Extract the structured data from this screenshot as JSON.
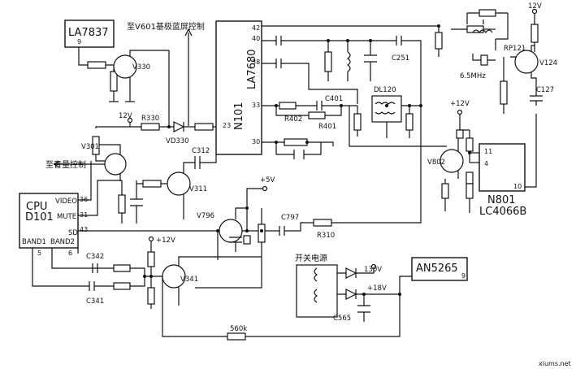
{
  "ics": {
    "la7837": {
      "name": "LA7837",
      "pin": "9"
    },
    "n101": {
      "ref": "N101",
      "part": "LA7680",
      "pins": {
        "p42": "42",
        "p40": "40",
        "p38": "38",
        "p33": "33",
        "p30": "30",
        "p23": "23"
      }
    },
    "cpu": {
      "ref": "CPU",
      "part": "D101",
      "video": "VIDEO",
      "mute": "MUTE",
      "sd": "SD",
      "band1": "BAND1",
      "band2": "BAND2",
      "pins": {
        "p36": "36",
        "p31": "31",
        "p43": "43",
        "p5": "5",
        "p6": "6"
      }
    },
    "n801": {
      "ref": "N801",
      "part": "LC4066B",
      "pins": {
        "p11": "11",
        "p4": "4",
        "p10": "10"
      }
    },
    "an5265": {
      "name": "AN5265",
      "pin": "9"
    }
  },
  "transistors": {
    "v330": "V330",
    "v301": "V301",
    "v311": "V311",
    "v796": "V796",
    "v341": "V341",
    "v802": "V802",
    "v124": "V124"
  },
  "components": {
    "r330": "R330",
    "vd330": "VD330",
    "c312": "C312",
    "c251": "C251",
    "dl120": "DL120",
    "c401": "C401",
    "r402": "R402",
    "r401": "R401",
    "c797": "C797",
    "r310": "R310",
    "c342": "C342",
    "c341": "C341",
    "c565": "C565",
    "r560k": "560k",
    "rp121": "RP121",
    "c127": "C127",
    "xtal": "6.5MHz"
  },
  "rails": {
    "v12_top": "12V",
    "v12_mid": "12V",
    "v5": "+5V",
    "v12_v341": "+12V",
    "v12_v802": "+12V",
    "v130": "130V",
    "v18": "+18V"
  },
  "notes": {
    "to_v601": "至V601基极蓝屏控制",
    "to_volume": "至音量控制",
    "switch_psu": "开关电源"
  },
  "watermark": "xiums.net"
}
